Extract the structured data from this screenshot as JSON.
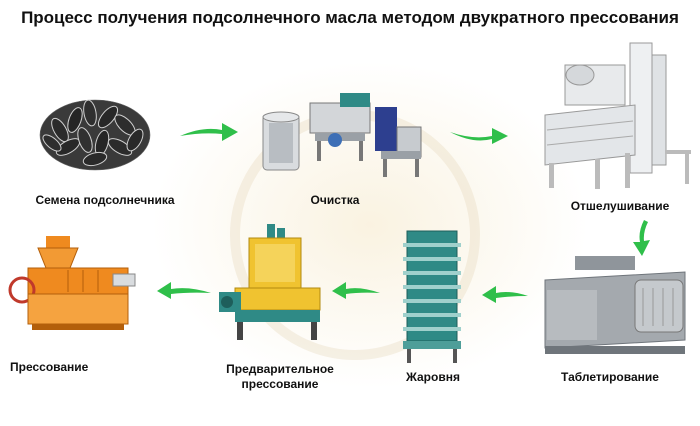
{
  "title": "Процесс получения подсолнечного масла методом двукратного прессования",
  "steps": [
    {
      "label": "Семена подсолнечника"
    },
    {
      "label": "Очистка"
    },
    {
      "label": "Отшелушивание"
    },
    {
      "label": "Таблетирование"
    },
    {
      "label": "Жаровня"
    },
    {
      "label": "Предварительное\nпрессование"
    },
    {
      "label": "Прессование"
    }
  ],
  "colors": {
    "arrow": "#2fbf4a",
    "machine_yellow": "#f0b323",
    "machine_orange": "#ef8a1f",
    "machine_grey": "#9aa0a6",
    "machine_teal": "#2f8a86",
    "machine_blue": "#2d3f8f"
  }
}
